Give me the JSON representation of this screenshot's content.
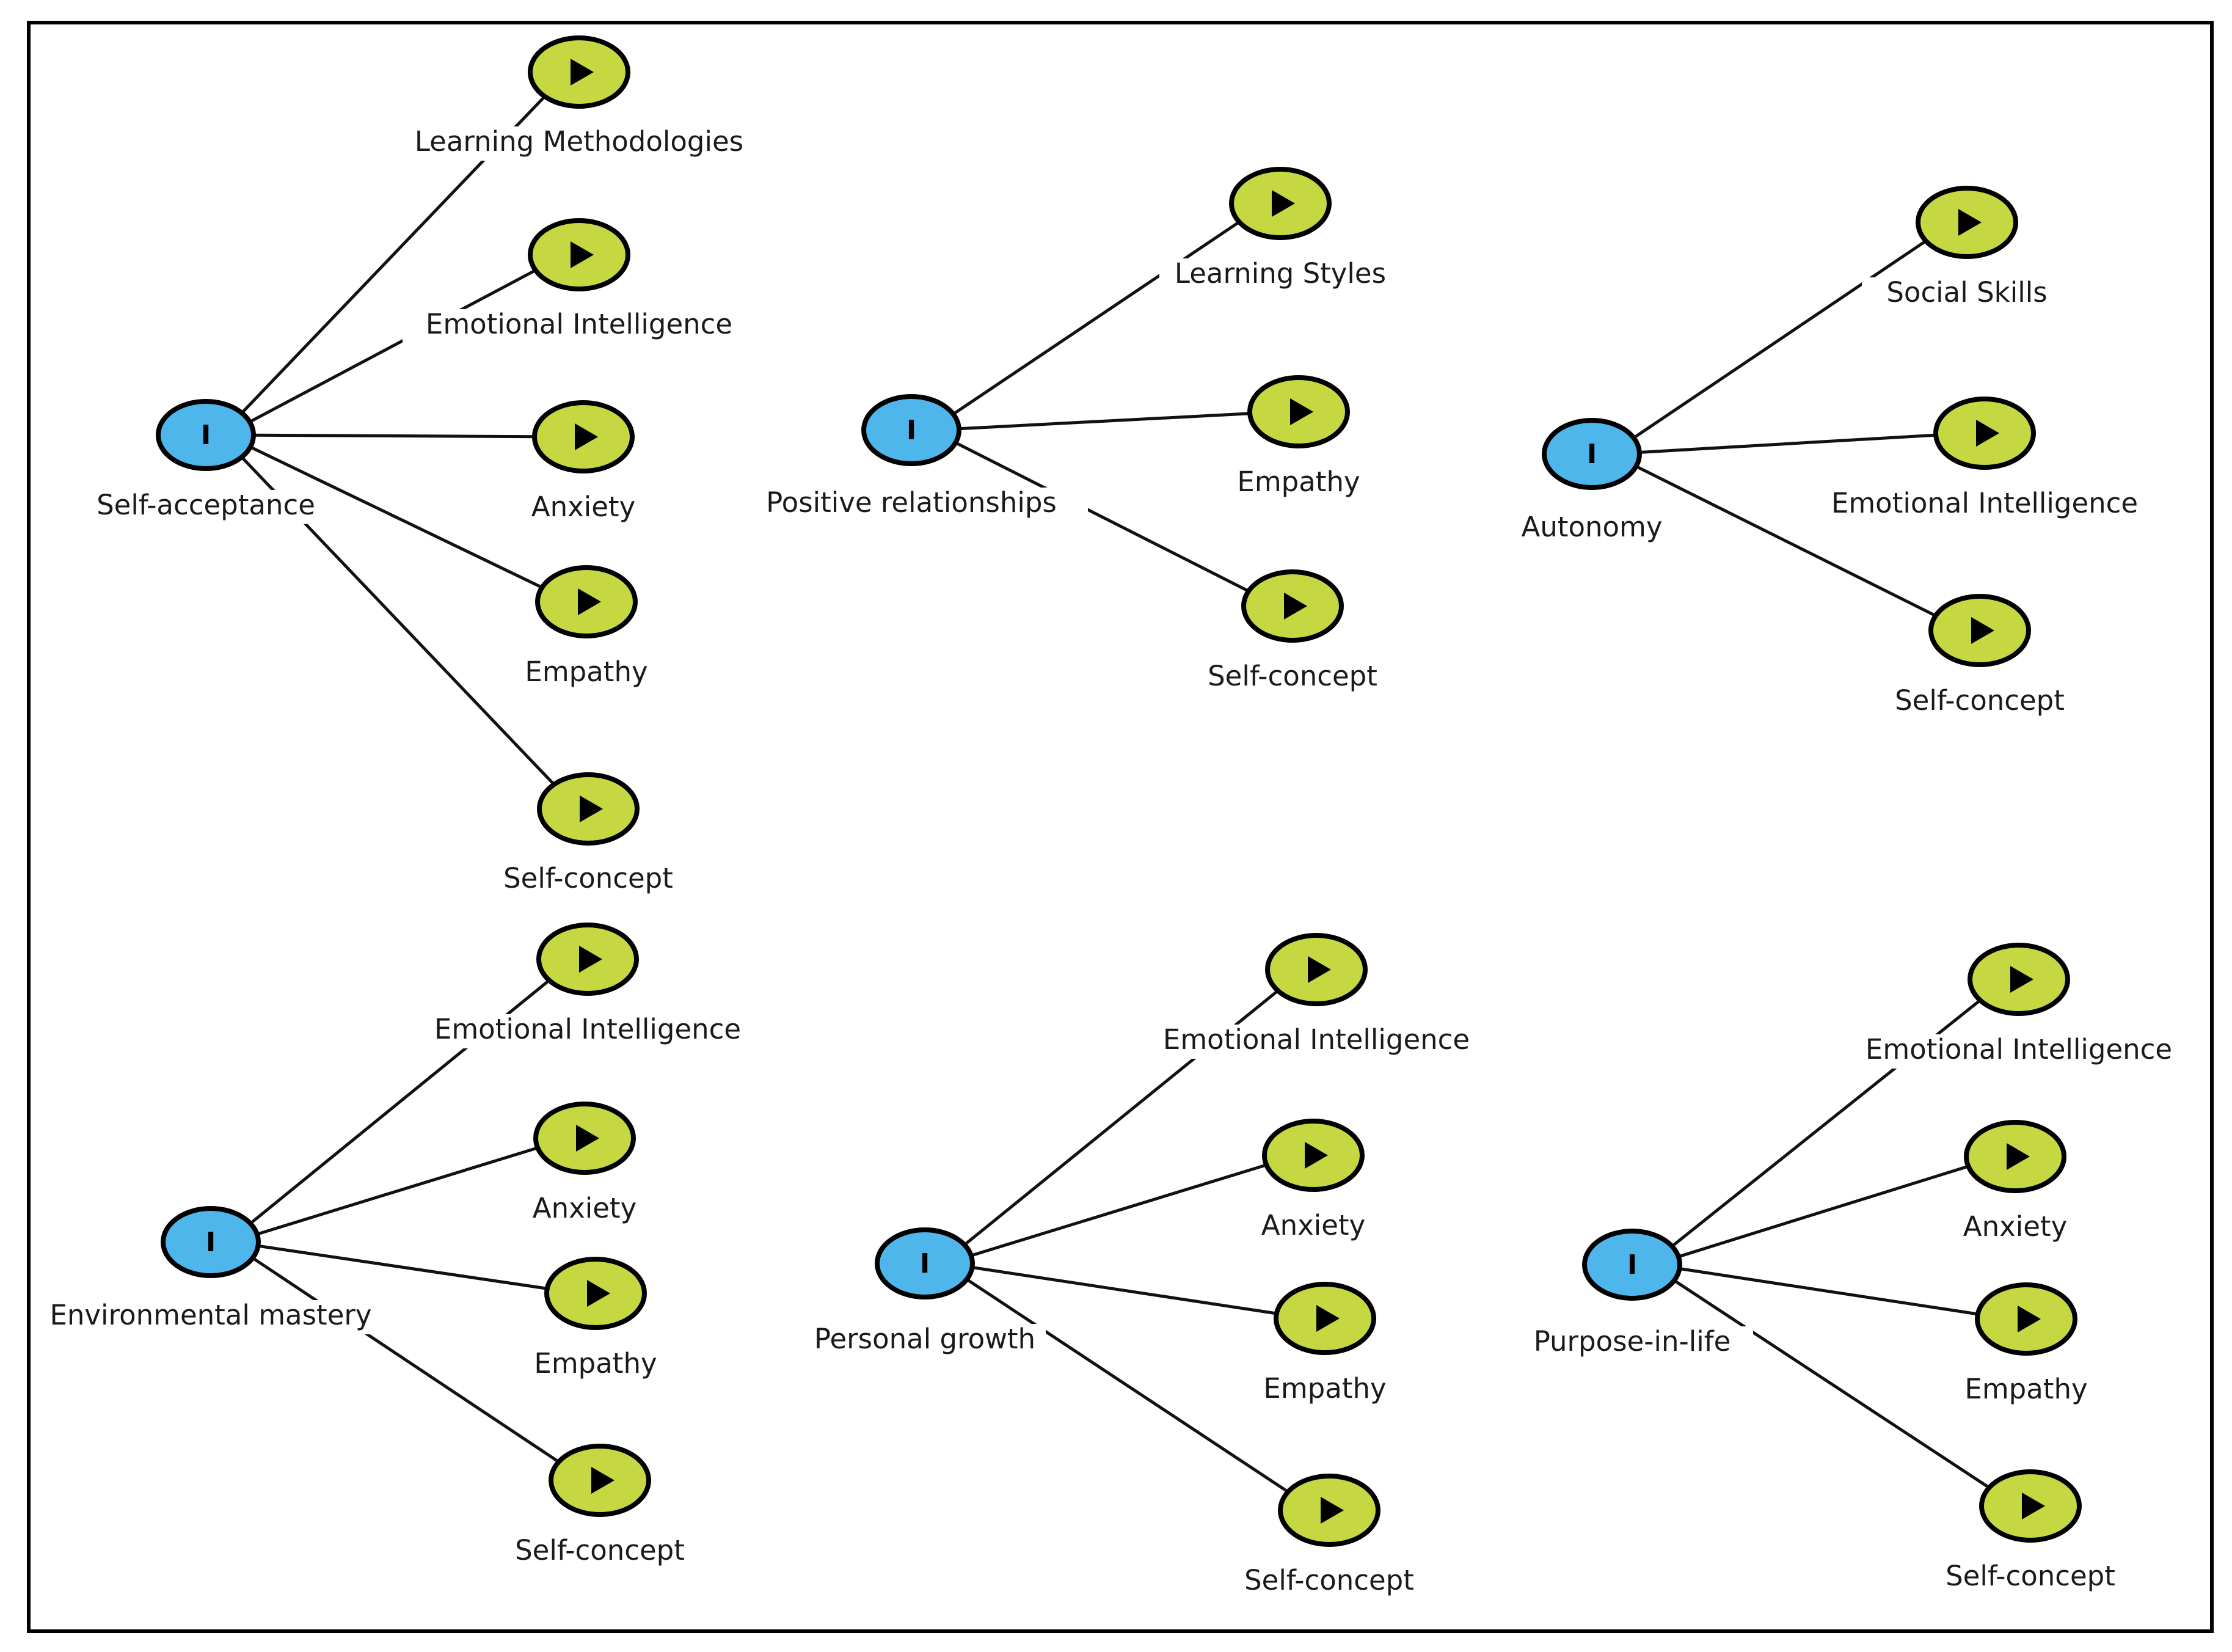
{
  "colors": {
    "independent": "#4fb6ec",
    "dependent": "#c6d841",
    "frame": "#000000"
  },
  "icons": {
    "independent_symbol": "bar-glyph",
    "dependent_symbol": "play-triangle"
  },
  "groups": [
    {
      "id": "g1",
      "source": "Self-acceptance",
      "source_symbol": "I",
      "targets": [
        "Learning Methodologies",
        "Emotional Intelligence",
        "Anxiety",
        "Empathy",
        "Self-concept"
      ]
    },
    {
      "id": "g2",
      "source": "Positive relationships",
      "source_symbol": "I",
      "targets": [
        "Learning Styles",
        "Empathy",
        "Self-concept"
      ]
    },
    {
      "id": "g3",
      "source": "Autonomy",
      "source_symbol": "I",
      "targets": [
        "Social Skills",
        "Emotional Intelligence",
        "Self-concept"
      ]
    },
    {
      "id": "g4",
      "source": "Environmental mastery",
      "source_symbol": "I",
      "targets": [
        "Emotional Intelligence",
        "Anxiety",
        "Empathy",
        "Self-concept"
      ]
    },
    {
      "id": "g5",
      "source": "Personal growth",
      "source_symbol": "I",
      "targets": [
        "Emotional Intelligence",
        "Anxiety",
        "Empathy",
        "Self-concept"
      ]
    },
    {
      "id": "g6",
      "source": "Purpose-in-life",
      "source_symbol": "I",
      "targets": [
        "Emotional Intelligence",
        "Anxiety",
        "Empathy",
        "Self-concept"
      ]
    }
  ]
}
